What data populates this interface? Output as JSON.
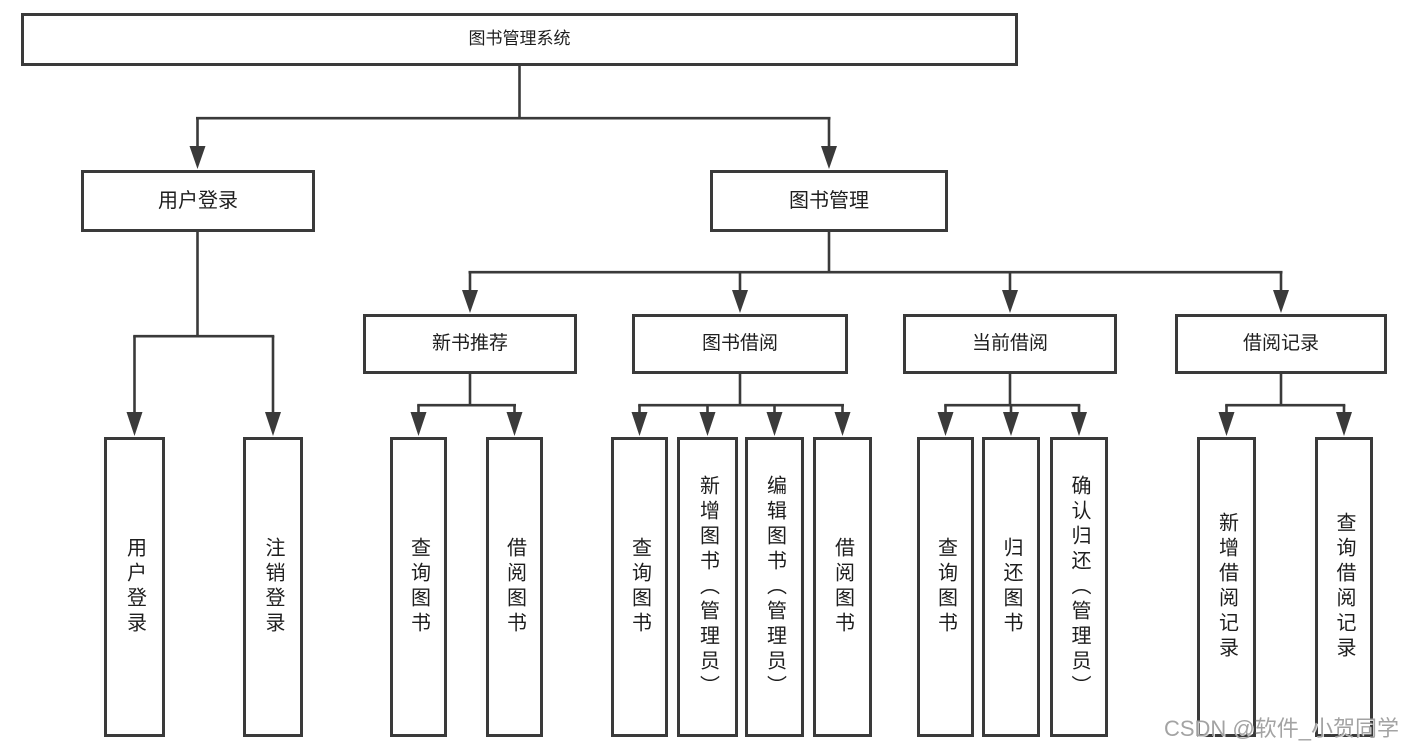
{
  "diagram": {
    "root": {
      "label": "图书管理系统"
    },
    "branches": [
      {
        "label": "用户登录"
      },
      {
        "label": "图书管理"
      }
    ],
    "modules": [
      {
        "label": "新书推荐"
      },
      {
        "label": "图书借阅"
      },
      {
        "label": "当前借阅"
      },
      {
        "label": "借阅记录"
      }
    ],
    "leaves": [
      {
        "label": "用户登录"
      },
      {
        "label": "注销登录"
      },
      {
        "label": "查询图书"
      },
      {
        "label": "借阅图书"
      },
      {
        "label": "查询图书"
      },
      {
        "label": "新增图书（管理员）"
      },
      {
        "label": "编辑图书（管理员）"
      },
      {
        "label": "借阅图书"
      },
      {
        "label": "查询图书"
      },
      {
        "label": "归还图书"
      },
      {
        "label": "确认归还（管理员）"
      },
      {
        "label": "新增借阅记录"
      },
      {
        "label": "查询借阅记录"
      }
    ]
  },
  "watermark": {
    "text": "CSDN @软件_小贺同学"
  },
  "colors": {
    "line": "#3a3a3a",
    "text": "#1e1e1e",
    "background": "#ffffff",
    "watermark": "#9e9e9e"
  }
}
